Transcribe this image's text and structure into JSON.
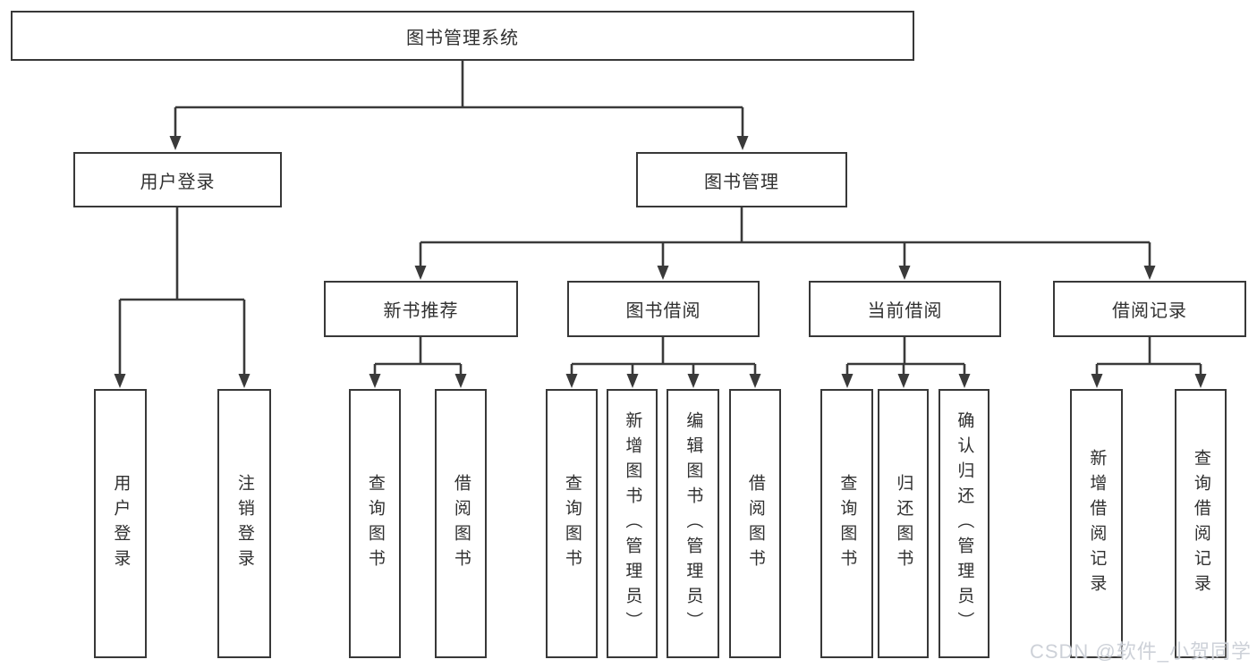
{
  "diagram": {
    "title": "图书管理系统",
    "branches": [
      {
        "label": "用户登录",
        "leaves": [
          "用户登录",
          "注销登录"
        ]
      },
      {
        "label": "图书管理",
        "groups": [
          {
            "label": "新书推荐",
            "leaves": [
              "查询图书",
              "借阅图书"
            ]
          },
          {
            "label": "图书借阅",
            "leaves": [
              "查询图书",
              "新增图书（管理员）",
              "编辑图书（管理员）",
              "借阅图书"
            ]
          },
          {
            "label": "当前借阅",
            "leaves": [
              "查询图书",
              "归还图书",
              "确认归还（管理员）"
            ]
          },
          {
            "label": "借阅记录",
            "leaves": [
              "新增借阅记录",
              "查询借阅记录"
            ]
          }
        ]
      }
    ]
  },
  "colors": {
    "line": "#3a3a3a",
    "box_border": "#383838",
    "text": "#303030",
    "watermark": "#cacfd6",
    "background": "#ffffff"
  },
  "watermark": "CSDN @软件_小贺同学"
}
